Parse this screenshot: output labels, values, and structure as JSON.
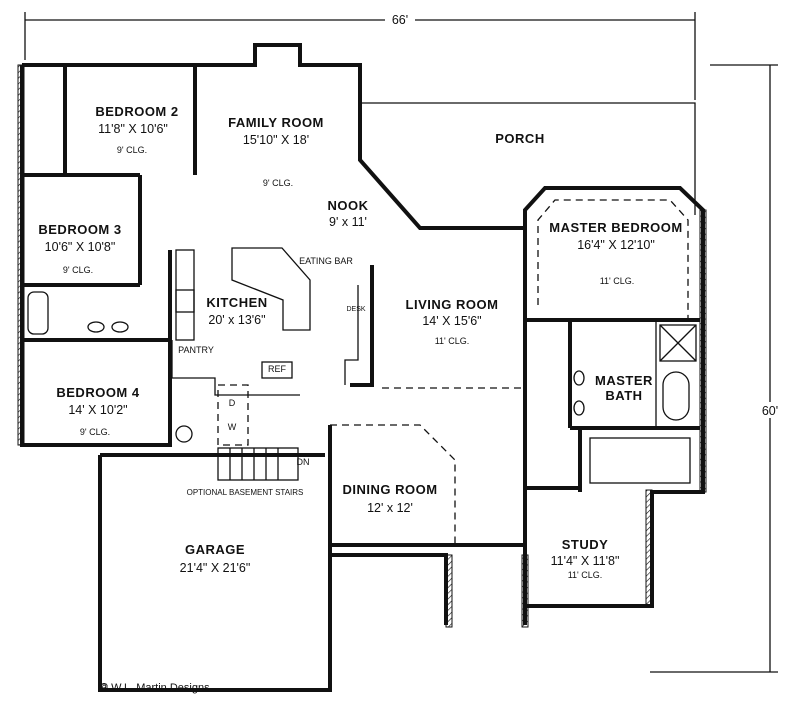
{
  "dimensions": {
    "width": "66'",
    "depth": "60'"
  },
  "rooms": {
    "bedroom2": {
      "name": "BEDROOM 2",
      "size": "11'8\" X 10'6\"",
      "ceiling": "9' CLG."
    },
    "family_room": {
      "name": "FAMILY ROOM",
      "size": "15'10\" X 18'",
      "ceiling": "9' CLG."
    },
    "porch": {
      "name": "PORCH"
    },
    "nook": {
      "name": "NOOK",
      "size": "9' x 11'"
    },
    "bedroom3": {
      "name": "BEDROOM 3",
      "size": "10'6\" X 10'8\"",
      "ceiling": "9' CLG."
    },
    "kitchen": {
      "name": "KITCHEN",
      "size": "20' x 13'6\""
    },
    "living_room": {
      "name": "LIVING ROOM",
      "size": "14' X 15'6\"",
      "ceiling": "11' CLG."
    },
    "master_bedroom": {
      "name": "MASTER BEDROOM",
      "size": "16'4\" X 12'10\"",
      "ceiling": "11' CLG."
    },
    "master_bath": {
      "line1": "MASTER",
      "line2": "BATH"
    },
    "bedroom4": {
      "name": "BEDROOM 4",
      "size": "14' X 10'2\"",
      "ceiling": "9' CLG."
    },
    "dining_room": {
      "name": "DINING ROOM",
      "size": "12' x 12'"
    },
    "study": {
      "name": "STUDY",
      "size": "11'4\" X 11'8\"",
      "ceiling": "11' CLG."
    },
    "garage": {
      "name": "GARAGE",
      "size": "21'4\" X 21'6\""
    }
  },
  "fixtures": {
    "eating_bar": "EATING BAR",
    "desk": "DESK",
    "pantry": "PANTRY",
    "ref": "REF",
    "dryer": "D",
    "washer": "W",
    "down": "DN",
    "basement_stairs": "OPTIONAL BASEMENT STAIRS"
  },
  "copyright": "© W.L. Martin Designs"
}
